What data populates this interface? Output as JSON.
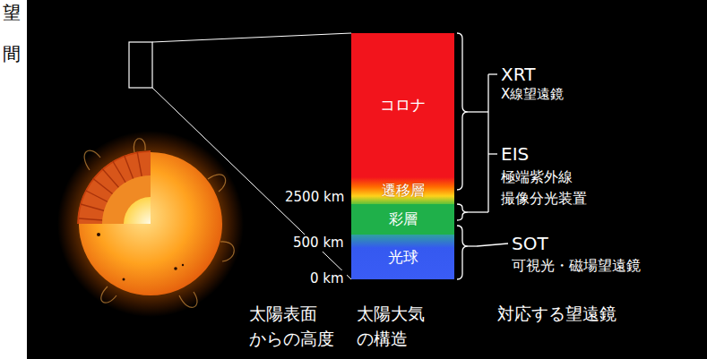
{
  "diagram": {
    "nodes": [
      {
        "text": [
          "コロナ"
        ]
      },
      {
        "text": [
          "遷移層"
        ]
      },
      {
        "text": [
          "彩層"
        ]
      },
      {
        "text": [
          "光球"
        ]
      }
    ],
    "labels": [
      "望",
      "間",
      "2500 km",
      "500 km",
      "0 km",
      "XRT",
      "X線望遠鏡",
      "EIS",
      "極端紫外線 撮像分光装置",
      "SOT",
      "可視光・磁場望遠鏡",
      "太陽表面 からの高度",
      "太陽大気 の構造",
      "対応する望遠鏡"
    ]
  }
}
